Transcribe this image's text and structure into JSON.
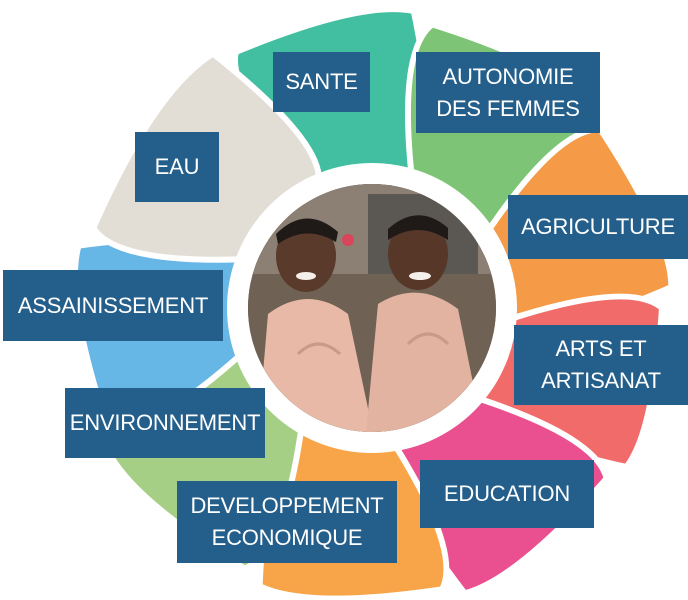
{
  "center_image": {
    "icon": "photo-two-children-smiling"
  },
  "sectors": [
    {
      "id": "sante",
      "label": "SANTE",
      "color": "#41bfa0"
    },
    {
      "id": "autonomie",
      "label": "AUTONOMIE\nDES FEMMES",
      "color": "#7dc476"
    },
    {
      "id": "agriculture",
      "label": "AGRICULTURE",
      "color": "#f59a46"
    },
    {
      "id": "arts",
      "label": "ARTS ET\nARTISANAT",
      "color": "#f26b6b"
    },
    {
      "id": "education",
      "label": "EDUCATION",
      "color": "#ea4f8f"
    },
    {
      "id": "developpement",
      "label": "DEVELOPPEMENT\nECONOMIQUE",
      "color": "#f8a54a"
    },
    {
      "id": "environnement",
      "label": "ENVIRONNEMENT",
      "color": "#a6cf86"
    },
    {
      "id": "assainissement",
      "label": "ASSAINISSEMENT",
      "color": "#66b6e6"
    },
    {
      "id": "eau",
      "label": "EAU",
      "color": "#e2ddd5"
    }
  ],
  "label_color": "#245f8c"
}
